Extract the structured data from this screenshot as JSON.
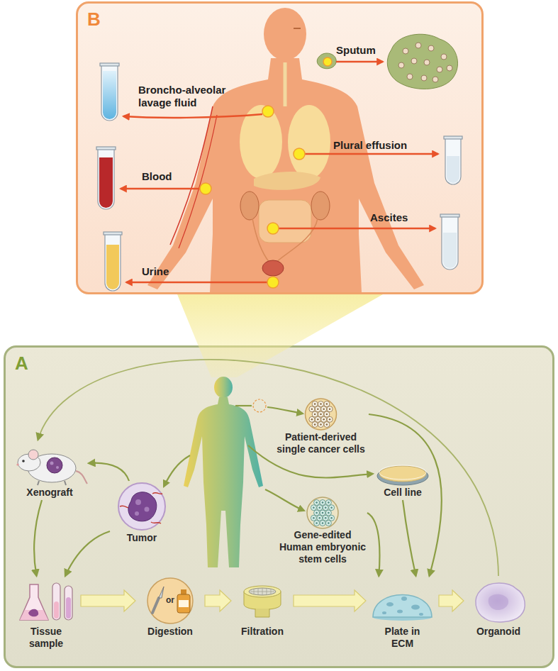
{
  "diagram": {
    "nodes": [
      {
        "text": [
          "B"
        ]
      },
      {
        "text": [
          "A"
        ]
      },
      {
        "text": [
          "Patient-derived single cancer cells"
        ],
        "in": 1
      },
      {
        "text": [
          "Xenograft"
        ],
        "in": 1
      },
      {
        "text": [
          "Tumor"
        ],
        "in": 1
      },
      {
        "text": [
          "Cell line"
        ],
        "in": 1
      },
      {
        "text": [
          "Gene-edited Human embryonic stem cells"
        ],
        "in": 1
      },
      {
        "text": [
          "Tissue sample"
        ],
        "in": 1
      },
      {
        "text": [
          "or",
          "Digestion"
        ],
        "in": 1
      },
      {
        "text": [
          "Filtration"
        ],
        "in": 1
      },
      {
        "text": [
          "Plate in ECM"
        ],
        "in": 1
      },
      {
        "text": [
          "Organoid"
        ],
        "in": 1
      }
    ],
    "edges": [
      {
        "from": 3,
        "to": 7,
        "arrow": "to"
      },
      {
        "from": 4,
        "to": 7,
        "arrow": "to"
      },
      {
        "from": 4,
        "to": 3,
        "arrow": "to"
      },
      {
        "from": 7,
        "to": 8,
        "arrow": "to"
      },
      {
        "from": 8,
        "to": 9,
        "arrow": "to"
      },
      {
        "from": 9,
        "to": 10,
        "arrow": "to"
      },
      {
        "from": 10,
        "to": 11,
        "arrow": "to"
      },
      {
        "from": 2,
        "to": 10,
        "arrow": "to"
      },
      {
        "from": 5,
        "to": 10,
        "arrow": "to"
      },
      {
        "from": 6,
        "to": 10,
        "arrow": "to"
      },
      {
        "from": 11,
        "to": 3,
        "arrow": "to"
      }
    ],
    "labels": [
      "Sputum",
      "Broncho-alveolar lavage fluid",
      "Plural effusion",
      "Blood",
      "Ascites",
      "Urine"
    ]
  }
}
